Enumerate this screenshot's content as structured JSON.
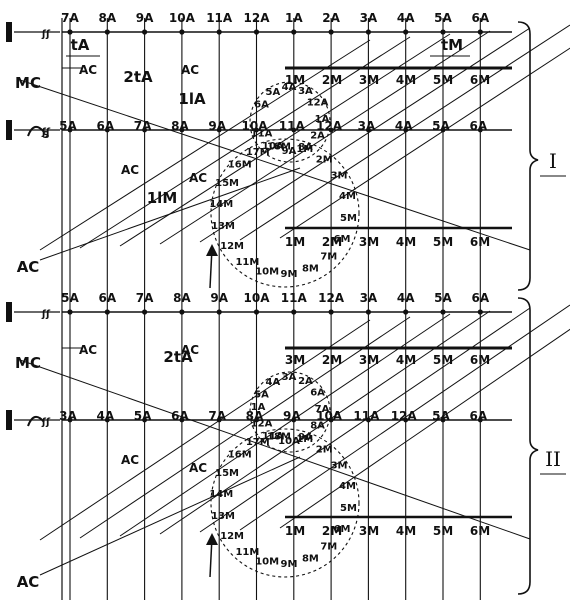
{
  "labels": {
    "a_units": [
      "1A",
      "2A",
      "3A",
      "4A",
      "5A",
      "6A",
      "7A",
      "8A",
      "9A",
      "10A",
      "11A",
      "12A"
    ],
    "m_units": [
      "1M",
      "2M",
      "3M",
      "4M",
      "5M",
      "6M",
      "7M",
      "8M",
      "9M",
      "10M",
      "11M",
      "12M",
      "13M",
      "14M",
      "15M",
      "16M",
      "17M",
      "18M"
    ],
    "tA": "tA",
    "tM": "tM",
    "two_tA": "2tA",
    "AC": "AC",
    "MC": "MC",
    "lA": "1lA",
    "lM": "1lM",
    "S": "S",
    "group_1": "I",
    "group_2": "II"
  },
  "blocks": [
    {
      "name": "I",
      "axis1_labels": [
        "7A",
        "8A",
        "9A",
        "10A",
        "11A",
        "12A",
        "1A",
        "2A",
        "3A",
        "4A",
        "5A",
        "6A"
      ],
      "axis2_labels": [
        "1M",
        "2M",
        "3M",
        "4M",
        "5M",
        "6M"
      ],
      "axis3_labels": [
        "5A",
        "6A",
        "7A",
        "8A",
        "9A",
        "10A",
        "11A",
        "12A",
        "3A",
        "4A",
        "5A",
        "6A"
      ],
      "axis4_labels": [
        "1M",
        "2M",
        "3M",
        "4M",
        "5M",
        "6M"
      ],
      "circle_a_labels": [
        "6A",
        "5A",
        "4A",
        "3A",
        "12A",
        "1A",
        "2A",
        "8A",
        "9A",
        "10A",
        "11A"
      ],
      "circle_m_labels": [
        "1M",
        "2M",
        "3M",
        "4M",
        "5M",
        "6M",
        "7M",
        "8M",
        "9M",
        "10M",
        "11M",
        "12M",
        "13M",
        "14M",
        "15M",
        "16M",
        "17M",
        "18M"
      ]
    },
    {
      "name": "II",
      "axis1_labels": [
        "5A",
        "6A",
        "7A",
        "8A",
        "9A",
        "10A",
        "11A",
        "12A",
        "3A",
        "4A",
        "5A",
        "6A"
      ],
      "axis2_labels": [
        "3M",
        "2M",
        "3M",
        "4M",
        "5M",
        "6M"
      ],
      "axis3_labels": [
        "3A",
        "4A",
        "5A",
        "6A",
        "7A",
        "8A",
        "9A",
        "10A",
        "11A",
        "12A",
        "5A",
        "6A"
      ],
      "axis4_labels": [
        "1M",
        "2M",
        "3M",
        "4M",
        "5M",
        "6M"
      ],
      "circle_a_labels": [
        "5A",
        "4A",
        "3A",
        "2A",
        "6A",
        "7A",
        "8A",
        "9A",
        "10A",
        "11A",
        "12A",
        "1A"
      ],
      "circle_m_labels": [
        "1M",
        "2M",
        "3M",
        "4M",
        "5M",
        "6M",
        "7M",
        "8M",
        "9M",
        "10M",
        "11M",
        "12M",
        "13M",
        "14M",
        "15M",
        "16M",
        "17M",
        "18M"
      ]
    }
  ]
}
